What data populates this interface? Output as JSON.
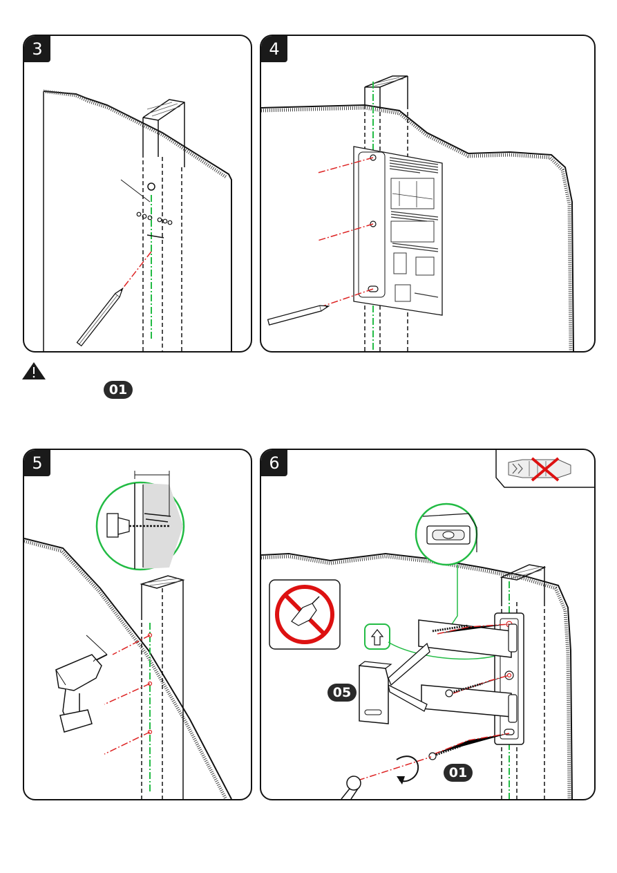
{
  "steps": [
    {
      "number": "3"
    },
    {
      "number": "4"
    },
    {
      "number": "5"
    },
    {
      "number": "6"
    }
  ],
  "warning": {
    "icon": "warning-triangle-icon",
    "part_label": "01"
  },
  "step6": {
    "part_label_05": "05",
    "part_label_01": "01"
  },
  "template_sheet": {
    "icon": "wall-template-icon"
  },
  "colors": {
    "guide_line": "#22bb44",
    "mark_line": "#dd2222",
    "no_sign": "#dd1111"
  }
}
